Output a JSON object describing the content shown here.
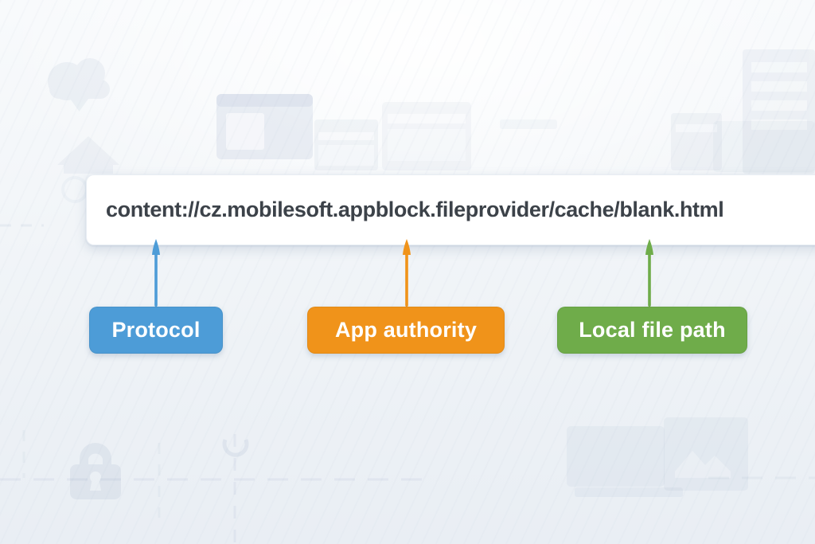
{
  "figure": {
    "url_bar": {
      "text": "content://cz.mobilesoft.appblock.fileprovider/cache/blank.html",
      "text_color": "#3c4249",
      "background_color": "#ffffff"
    },
    "callouts": [
      {
        "id": "protocol",
        "label": "Protocol",
        "color": "#4d9cd7"
      },
      {
        "id": "app-authority",
        "label": "App authority",
        "color": "#f0931a"
      },
      {
        "id": "local-file-path",
        "label": "Local file path",
        "color": "#6fac4a"
      }
    ],
    "background_icons": [
      "cloud-download-icon",
      "house-icon",
      "clock-icon",
      "browser-window",
      "buildings-icon",
      "padlock-icon",
      "refresh-icon",
      "monitor-icon",
      "picture-board-icon",
      "dashed-route-lines"
    ]
  }
}
